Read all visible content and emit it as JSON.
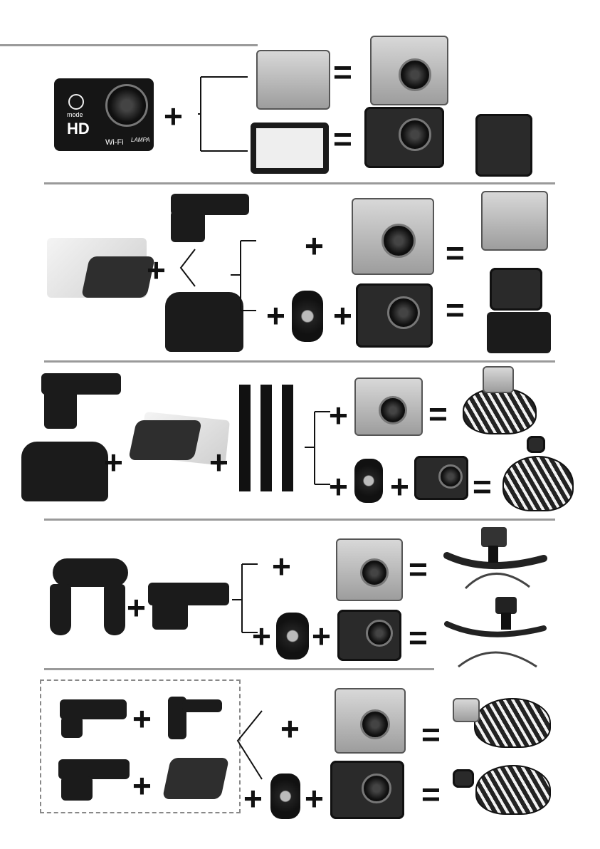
{
  "symbols": {
    "plus": "+",
    "equals": "="
  },
  "camera_front": {
    "hd_label": "HD",
    "mode_label": "mode",
    "wifi_label": "Wi-Fi",
    "brand_label": "LAMPA"
  },
  "icons": [
    "camera-icon",
    "waterproof-case-icon",
    "frame-case-icon",
    "adhesive-mount-icon",
    "helmet-icon",
    "handlebar-mount-icon"
  ]
}
